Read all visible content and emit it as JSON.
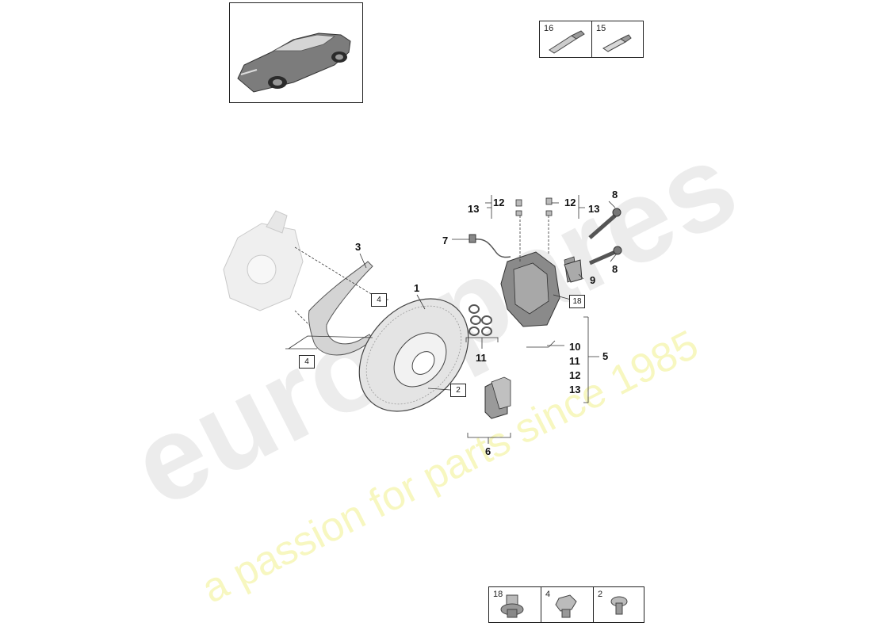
{
  "watermark": {
    "brand": "eurospares",
    "tagline": "a passion for parts since 1985"
  },
  "consumables_box": [
    {
      "number": "16",
      "icon": "grease-tube-icon"
    },
    {
      "number": "15",
      "icon": "paste-tube-icon"
    }
  ],
  "hardware_box": [
    {
      "number": "18",
      "icon": "flange-bolt-icon"
    },
    {
      "number": "4",
      "icon": "hex-bolt-icon"
    },
    {
      "number": "2",
      "icon": "screw-icon"
    }
  ],
  "callouts": {
    "c1": "1",
    "c3": "3",
    "c5": "5",
    "c6": "6",
    "c7": "7",
    "c8a": "8",
    "c8b": "8",
    "c9": "9",
    "c10": "10",
    "c11": "11",
    "c11b": "11",
    "c12": "12",
    "c12b": "12",
    "c12c": "12",
    "c13": "13",
    "c13b": "13",
    "c13c": "13"
  },
  "boxed_refs": {
    "r4a": "4",
    "r4b": "4",
    "r2": "2",
    "r18": "18"
  }
}
